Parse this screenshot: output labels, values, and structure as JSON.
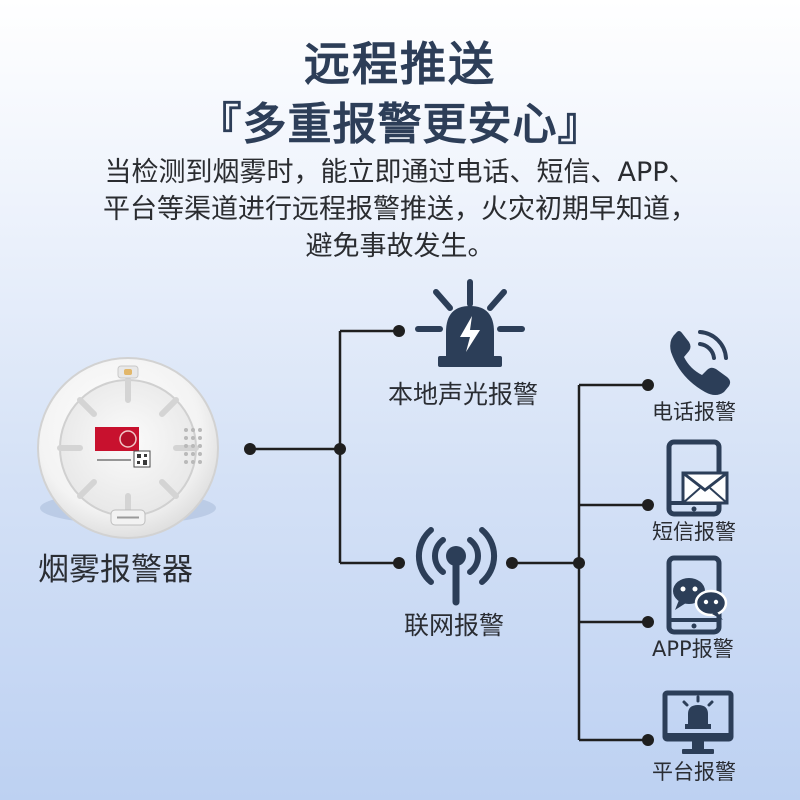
{
  "header": {
    "title_line1": "远程推送",
    "title_line2": "『多重报警更安心』",
    "description": [
      "当检测到烟雾时，能立即通过电话、短信、APP、",
      "平台等渠道进行远程报警推送，火灾初期早知道，",
      "避免事故发生。"
    ]
  },
  "device": {
    "label": "烟雾报警器"
  },
  "branches": {
    "local": {
      "label": "本地声光报警",
      "icon": "siren-light-icon"
    },
    "network": {
      "label": "联网报警",
      "icon": "signal-tower-icon"
    }
  },
  "channels": [
    {
      "label": "电话报警",
      "icon": "phone-icon"
    },
    {
      "label": "短信报警",
      "icon": "sms-icon"
    },
    {
      "label": "APP报警",
      "icon": "chat-app-icon"
    },
    {
      "label": "平台报警",
      "icon": "monitor-alarm-icon"
    }
  ],
  "colors": {
    "primary": "#2c3e58",
    "line": "#1f1f1f"
  }
}
